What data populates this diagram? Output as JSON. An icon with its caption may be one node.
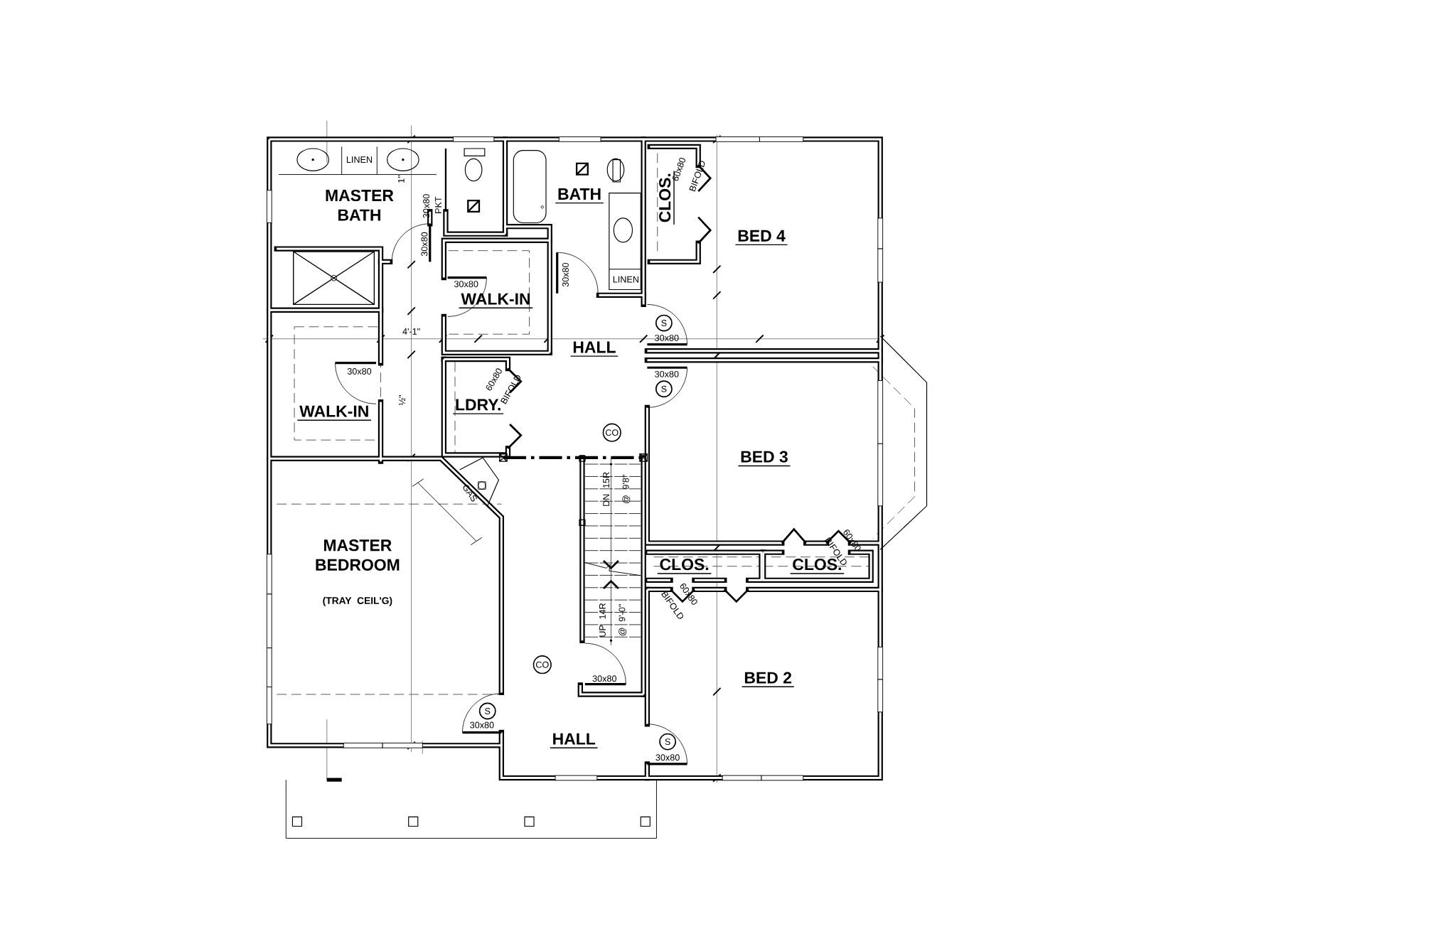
{
  "diagram": {
    "nodes": [
      {
        "text": [
          "MASTER BATH"
        ]
      },
      {
        "text": [
          "WALK-IN"
        ]
      },
      {
        "text": [
          "BATH"
        ]
      },
      {
        "text": [
          "CLOS."
        ]
      },
      {
        "text": [
          "BED 4"
        ]
      },
      {
        "text": [
          "HALL"
        ]
      },
      {
        "text": [
          "WALK-IN"
        ]
      },
      {
        "text": [
          "LDRY."
        ]
      },
      {
        "text": [
          "BED 3"
        ]
      },
      {
        "text": [
          "MASTER BEDROOM",
          "(TRAY CEIL'G)"
        ]
      },
      {
        "text": [
          "CLOS."
        ]
      },
      {
        "text": [
          "CLOS."
        ]
      },
      {
        "text": [
          "BED 2"
        ]
      },
      {
        "text": [
          "HALL"
        ]
      }
    ],
    "labels": [
      "LINEN",
      "1\"",
      "30x80",
      "PKT",
      "30x80",
      "30x80",
      "30x80",
      "LINEN",
      "60x80 BIFOLD",
      "4'-1\"",
      "S",
      "30x80",
      "30x80",
      "S",
      "30x80",
      "60x80 BIFOLD",
      "½\"",
      "CO",
      "GAS",
      "DN 15R @ 9'8\"",
      "60x80 BIFOLD",
      "60x80 BIFOLD",
      "UP 14R @ 9'-0\"",
      "CO",
      "30x80",
      "S",
      "30x80",
      "S",
      "30x80"
    ]
  }
}
